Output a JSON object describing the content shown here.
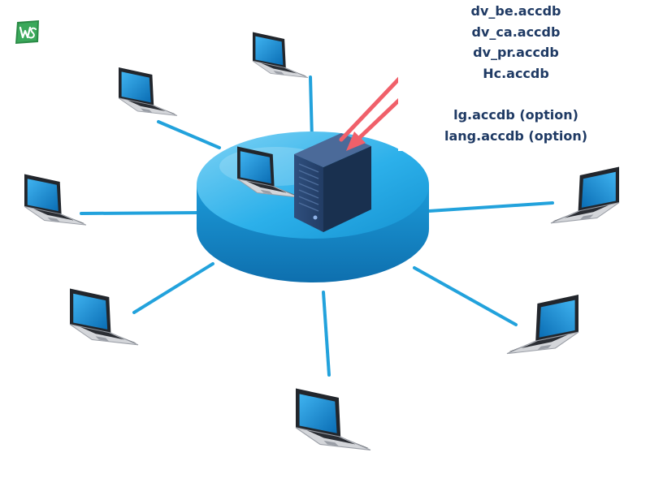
{
  "files": [
    "dv_be.accdb",
    "dv_ca.accdb",
    "dv_pr.accdb",
    "Hc.accdb",
    "lg.accdb (option)",
    "lang.accdb (option)"
  ],
  "colors": {
    "platform": "#1aa3e0",
    "platform_light": "#7fd3f5",
    "cable": "#22a2dc",
    "server": "#1f3a64",
    "arrow": "#f0606a",
    "laptop_screen": "#1689d2",
    "laptop_body": "#d4d6da",
    "logo": "#2a8a46"
  },
  "icons": [
    "ws-logo-icon",
    "server-icon",
    "laptop-icon",
    "upload-arrow-icon",
    "download-arrow-icon"
  ]
}
